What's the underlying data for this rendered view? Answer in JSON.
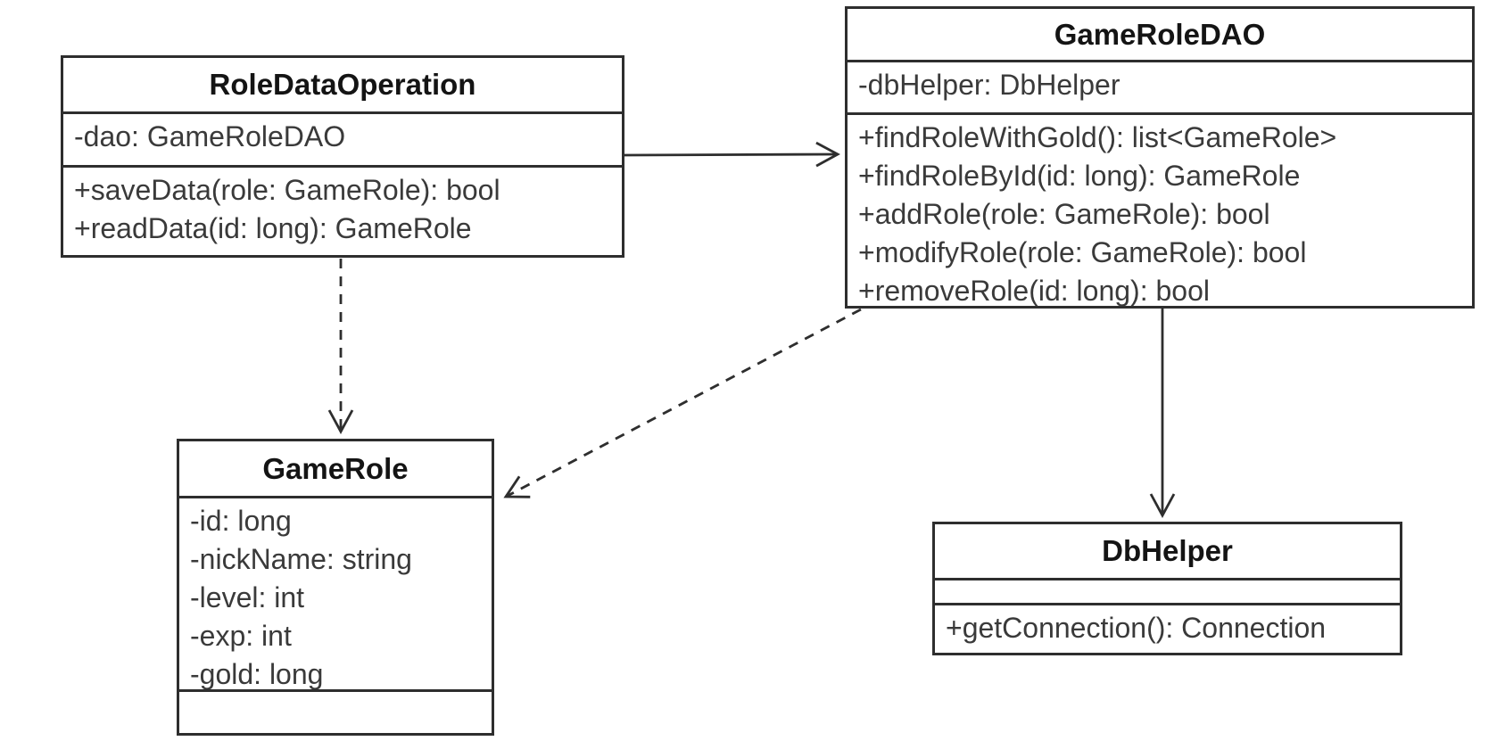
{
  "diagram": {
    "type": "uml-class-diagram",
    "colors": {
      "canvas_bg": "#ffffff",
      "box_bg": "#ffffff",
      "line": "#2e2e2e",
      "title_text": "#141414",
      "member_text": "#3a3a3a"
    },
    "classes": [
      {
        "name": "RoleDataOperation",
        "attributes": [
          "-dao: GameRoleDAO"
        ],
        "methods": [
          "+saveData(role: GameRole): bool",
          "+readData(id: long): GameRole"
        ]
      },
      {
        "name": "GameRoleDAO",
        "attributes": [
          "-dbHelper: DbHelper"
        ],
        "methods": [
          "+findRoleWithGold(): list<GameRole>",
          "+findRoleById(id: long): GameRole",
          "+addRole(role: GameRole): bool",
          "+modifyRole(role: GameRole): bool",
          "+removeRole(id: long): bool"
        ]
      },
      {
        "name": "GameRole",
        "attributes": [
          "-id: long",
          "-nickName: string",
          "-level: int",
          "-exp: int",
          "-gold: long"
        ],
        "methods": []
      },
      {
        "name": "DbHelper",
        "attributes": [],
        "methods": [
          "+getConnection(): Connection"
        ]
      }
    ],
    "relationships": [
      {
        "from": "RoleDataOperation",
        "to": "GameRoleDAO",
        "type": "association",
        "line": "solid",
        "arrowhead": "open"
      },
      {
        "from": "RoleDataOperation",
        "to": "GameRole",
        "type": "dependency",
        "line": "dashed",
        "arrowhead": "open"
      },
      {
        "from": "GameRoleDAO",
        "to": "GameRole",
        "type": "dependency",
        "line": "dashed",
        "arrowhead": "open"
      },
      {
        "from": "GameRoleDAO",
        "to": "DbHelper",
        "type": "association",
        "line": "solid",
        "arrowhead": "open"
      }
    ]
  }
}
